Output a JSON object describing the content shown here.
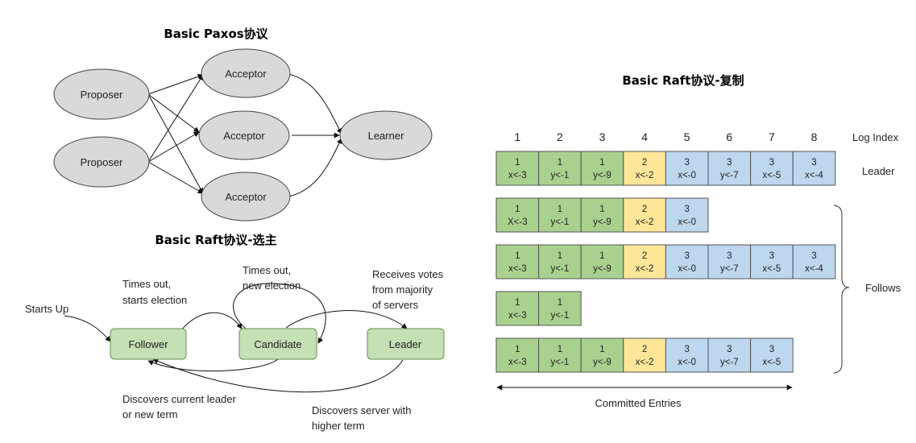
{
  "paxos": {
    "title": "Basic Paxos协议",
    "proposers": [
      "Proposer",
      "Proposer"
    ],
    "acceptors": [
      "Acceptor",
      "Acceptor",
      "Acceptor"
    ],
    "learner": "Learner"
  },
  "election": {
    "title": "Basic Raft协议-选主",
    "states": [
      "Follower",
      "Candidate",
      "Leader"
    ],
    "labels": {
      "starts_up": "Starts Up",
      "times_out_1": "Times out,",
      "times_out_2": "starts election",
      "new_election_1": "Times out,",
      "new_election_2": "new election",
      "votes_1": "Receives votes",
      "votes_2": "from majority",
      "votes_3": "of servers",
      "discover_leader_1": "Discovers current leader",
      "discover_leader_2": "or new term",
      "discover_term_1": "Discovers server with",
      "discover_term_2": "higher term"
    }
  },
  "replication": {
    "title": "Basic Raft协议-复制",
    "log_index_label": "Log Index",
    "leader_label": "Leader",
    "follows_label": "Follows",
    "committed_label": "Committed Entries",
    "indices": [
      "1",
      "2",
      "3",
      "4",
      "5",
      "6",
      "7",
      "8"
    ],
    "colors": {
      "term1": "#a9d18e",
      "term2": "#ffe699",
      "term3": "#bdd7ee"
    },
    "entries": [
      {
        "term": "1",
        "cmd": "x<-3"
      },
      {
        "term": "1",
        "cmd": "y<-1"
      },
      {
        "term": "1",
        "cmd": "y<-9"
      },
      {
        "term": "2",
        "cmd": "x<-2"
      },
      {
        "term": "3",
        "cmd": "x<-0"
      },
      {
        "term": "3",
        "cmd": "y<-7"
      },
      {
        "term": "3",
        "cmd": "x<-5"
      },
      {
        "term": "3",
        "cmd": "x<-4"
      }
    ],
    "rows": [
      {
        "role": "leader",
        "length": 8,
        "cmds": [
          "x<-3",
          "y<-1",
          "y<-9",
          "x<-2",
          "x<-0",
          "y<-7",
          "x<-5",
          "x<-4"
        ]
      },
      {
        "role": "follower",
        "length": 5,
        "cmds": [
          "X<-3",
          "y<-1",
          "y<-9",
          "x<-2",
          "x<-0"
        ]
      },
      {
        "role": "follower",
        "length": 8,
        "cmds": [
          "x<-3",
          "y<-1",
          "y<-9",
          "x<-2",
          "x<-0",
          "y<-7",
          "x<-5",
          "x<-4"
        ]
      },
      {
        "role": "follower",
        "length": 2,
        "cmds": [
          "x<-3",
          "y<-1"
        ]
      },
      {
        "role": "follower",
        "length": 7,
        "cmds": [
          "x<-3",
          "y<-1",
          "y<-9",
          "x<-2",
          "x<-0",
          "y<-7",
          "x<-5"
        ]
      }
    ]
  }
}
